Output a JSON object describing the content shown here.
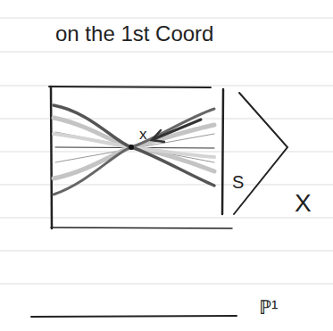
{
  "diagram": {
    "labels": [
      "on the 1st Coord",
      "x",
      "S",
      "X",
      "ℙ¹"
    ]
  }
}
